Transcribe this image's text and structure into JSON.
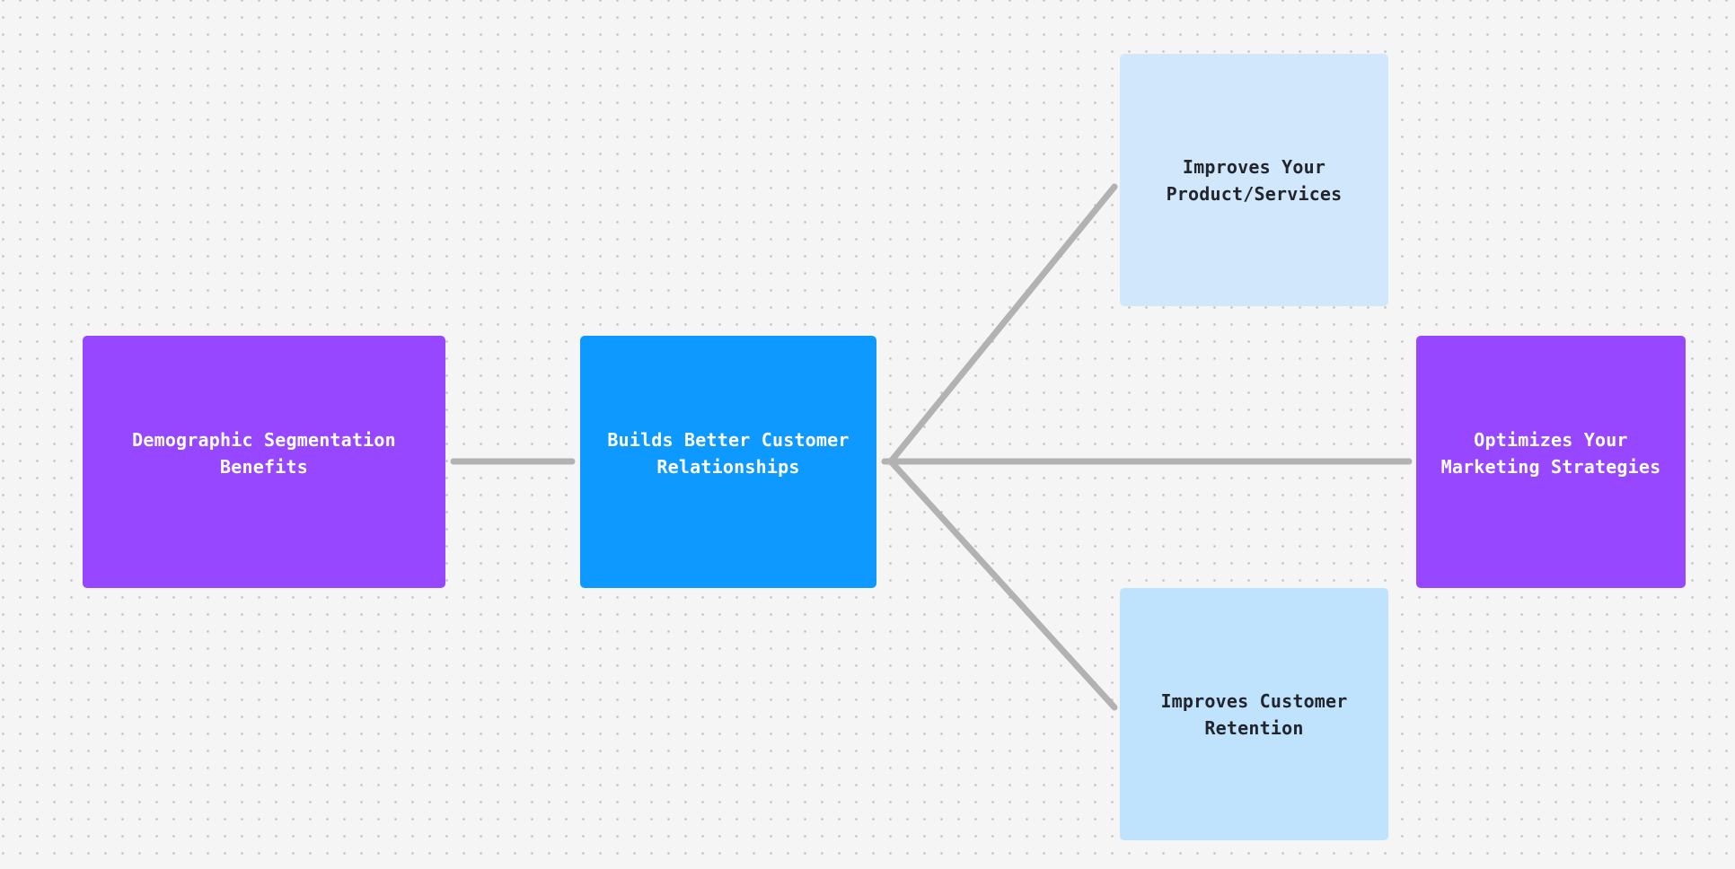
{
  "diagram": {
    "nodes": [
      {
        "id": "root",
        "label": "Demographic Segmentation\nBenefits",
        "color": "#9747ff"
      },
      {
        "id": "center",
        "label": "Builds Better Customer\nRelationships",
        "color": "#0d99ff"
      },
      {
        "id": "top",
        "label": "Improves Your\nProduct/Services",
        "color": "#d1e8fc"
      },
      {
        "id": "right",
        "label": "Optimizes Your\nMarketing Strategies",
        "color": "#9747ff"
      },
      {
        "id": "bottom",
        "label": "Improves Customer\nRetention",
        "color": "#c0e3fd"
      }
    ],
    "edges": [
      {
        "from": "root",
        "to": "center"
      },
      {
        "from": "center",
        "to": "top"
      },
      {
        "from": "center",
        "to": "right"
      },
      {
        "from": "center",
        "to": "bottom"
      }
    ],
    "connector_color": "#b2b2b2",
    "background_color": "#f5f5f5"
  }
}
